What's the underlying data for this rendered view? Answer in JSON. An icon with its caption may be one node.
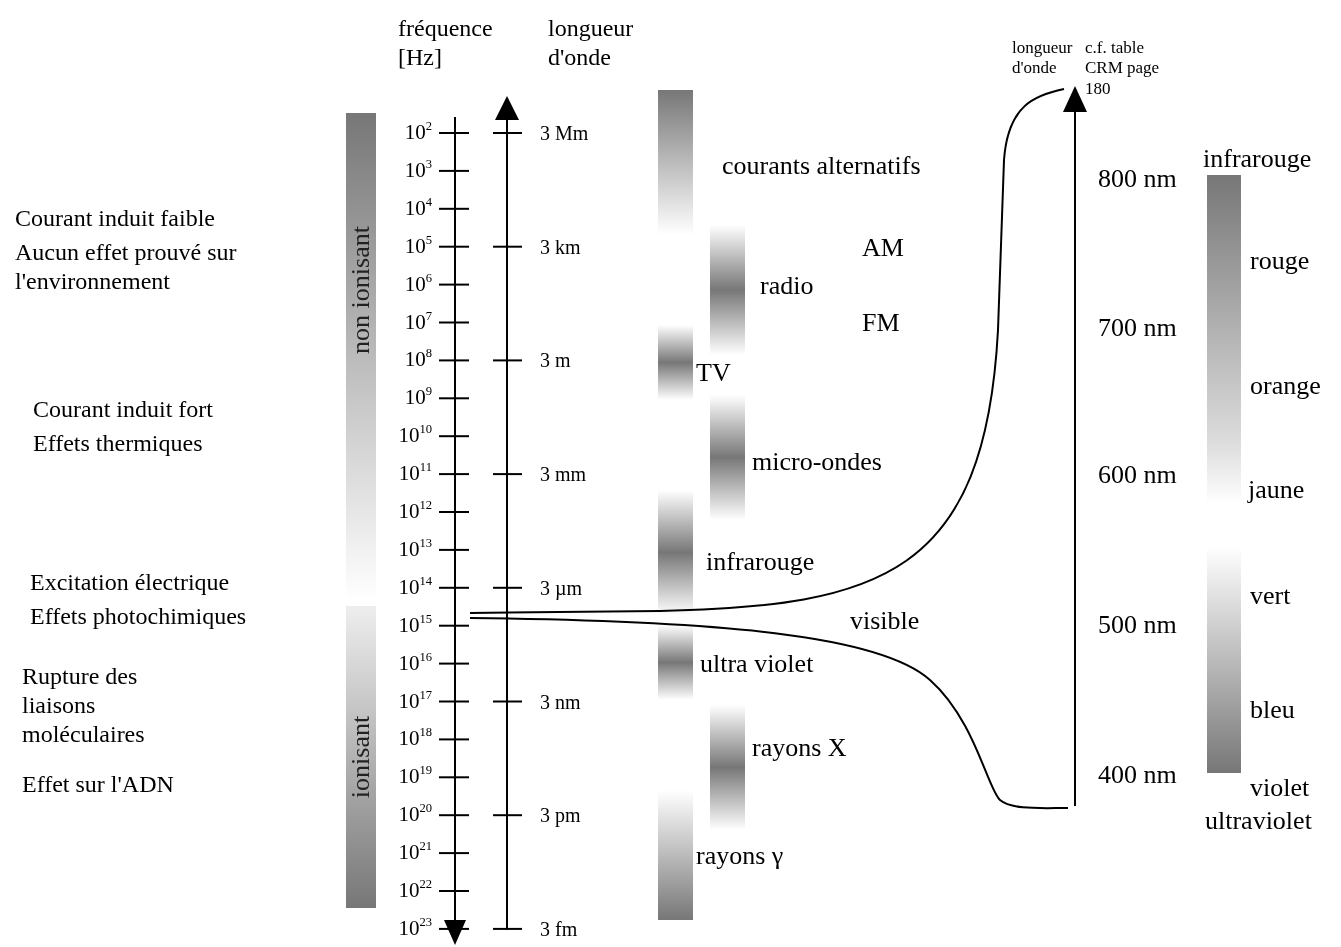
{
  "diagram": {
    "labels": [
      "fréquence [Hz]",
      "longueur d'onde",
      "longueur d'onde",
      "c.f. table CRM page 180",
      "Courant induit faible",
      "Aucun effet prouvé sur l'environnement",
      "non ionisant",
      "Courant induit fort",
      "Effets thermiques",
      "Excitation électrique",
      "Effets photochimiques",
      "Rupture des liaisons moléculaires",
      "Effet sur l'ADN",
      "ionisant",
      "10$^{2}$",
      "10$^{3}$",
      "10$^{4}$",
      "10$^{5}$",
      "10$^{6}$",
      "10$^{7}$",
      "10$^{8}$",
      "10$^{9}$",
      "10$^{10}$",
      "10$^{11}$",
      "10$^{12}$",
      "10$^{13}$",
      "10$^{14}$",
      "10$^{15}$",
      "10$^{16}$",
      "10$^{17}$",
      "10$^{18}$",
      "10$^{19}$",
      "10$^{20}$",
      "10$^{21}$",
      "10$^{22}$",
      "10$^{23}$",
      "3 Mm",
      "3 km",
      "3 m",
      "3 mm",
      "3 µm",
      "3 nm",
      "3 pm",
      "3 fm",
      "courants alternatifs",
      "AM",
      "radio",
      "FM",
      "TV",
      "micro-ondes",
      "infrarouge",
      "visible",
      "ultra violet",
      "rayons X",
      "rayons γ",
      "800 nm",
      "700 nm",
      "600 nm",
      "500 nm",
      "400 nm",
      "infrarouge",
      "rouge",
      "orange",
      "jaune",
      "vert",
      "bleu",
      "violet",
      "ultraviolet"
    ]
  }
}
